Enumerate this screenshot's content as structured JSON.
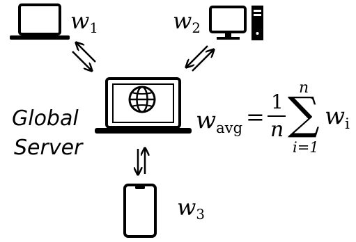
{
  "nodes": {
    "client1": {
      "label_base": "w",
      "label_sub": "1"
    },
    "client2": {
      "label_base": "w",
      "label_sub": "2"
    },
    "client3": {
      "label_base": "w",
      "label_sub": "3"
    },
    "server": {
      "label_line1": "Global",
      "label_line2": "Server"
    }
  },
  "formula": {
    "lhs_base": "w",
    "lhs_sub": "avg",
    "equals": "=",
    "frac_num": "1",
    "frac_den": "n",
    "sum_symbol": "∑",
    "sum_upper": "n",
    "sum_lower": "i=1",
    "term_base": "w",
    "term_sub": "i"
  },
  "icons": {
    "client1": "laptop-icon",
    "client2": "desktop-computer-icon",
    "client3": "smartphone-icon",
    "server": "laptop-globe-icon"
  }
}
